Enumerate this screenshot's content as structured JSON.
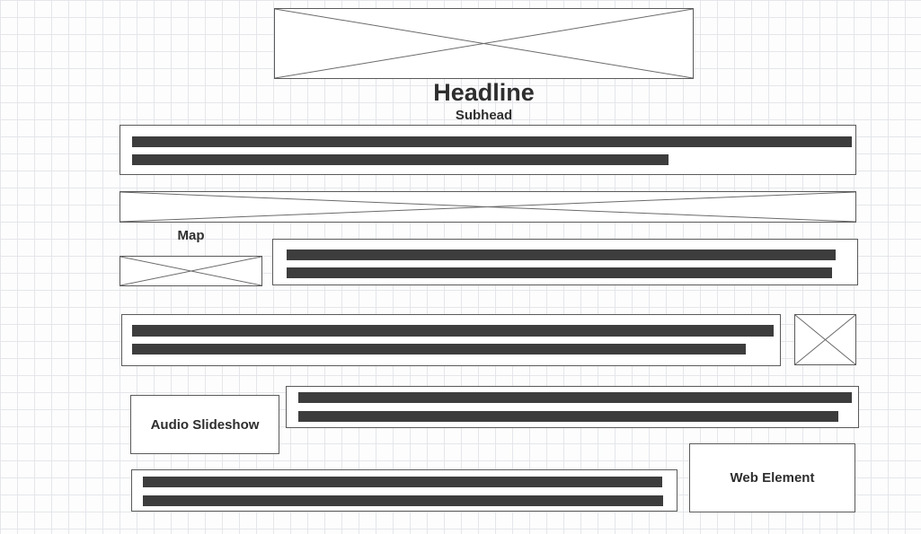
{
  "canvas": {
    "background_color": "#fdfdfd",
    "grid_color": "#e4e6ea",
    "outline_color": "#5a5a5a",
    "text_bar_color": "#3d3d3d"
  },
  "wireframe": {
    "headline": "Headline",
    "subhead": "Subhead",
    "map_label": "Map",
    "audio_slideshow_label": "Audio Slideshow",
    "web_element_label": "Web Element"
  }
}
